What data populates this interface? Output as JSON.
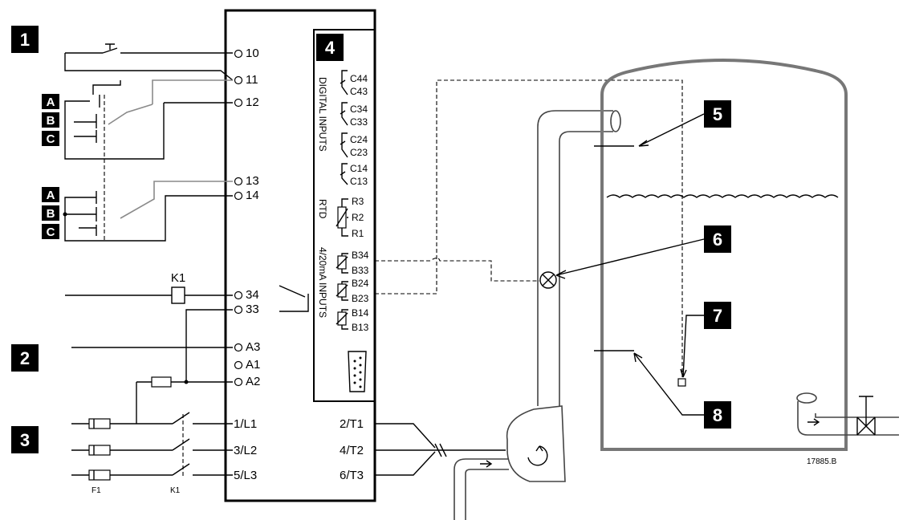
{
  "badges": {
    "b1": "1",
    "b2": "2",
    "b3": "3",
    "b4": "4",
    "b5": "5",
    "b6": "6",
    "b7": "7",
    "b8": "8"
  },
  "switch_labels": {
    "a1": "A",
    "b1": "B",
    "c1": "C",
    "a2": "A",
    "b2": "B",
    "c2": "C"
  },
  "terminals": {
    "t10": "10",
    "t11": "11",
    "t12": "12",
    "t13": "13",
    "t14": "14",
    "t34": "34",
    "t33": "33",
    "a3": "A3",
    "a1": "A1",
    "a2": "A2",
    "l1": "1/L1",
    "l2": "3/L2",
    "l3": "5/L3",
    "t1": "2/T1",
    "t2": "4/T2",
    "t3": "6/T3"
  },
  "inputs_module": {
    "digital_inputs": "DIGITAL INPUTS",
    "rtd": "RTD",
    "analog_inputs": "4/20mA INPUTS",
    "c_terms": [
      "C44",
      "C43",
      "C34",
      "C33",
      "C24",
      "C23",
      "C14",
      "C13"
    ],
    "r_terms": [
      "R3",
      "R2",
      "R1"
    ],
    "b_terms": [
      "B34",
      "B33",
      "B24",
      "B23",
      "B14",
      "B13"
    ]
  },
  "components": {
    "k1_coil": "K1",
    "fuse_label": "F1",
    "contactor_label": "K1"
  },
  "drawing_id": "17885.B"
}
